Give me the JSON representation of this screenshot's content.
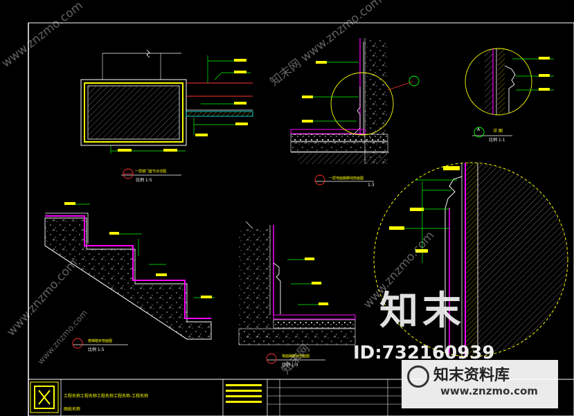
{
  "drawings": {
    "plan_detail": {
      "title": "一层楼门套节点详图",
      "scale": "比例  1:5"
    },
    "skirting_section": {
      "title": "一层地面踢脚线剖面图",
      "scale": "1:3"
    },
    "stair_section": {
      "title": "楼梯踏步剖面图",
      "scale": "比例  1:5"
    },
    "wall_base_section": {
      "title": "墙面踢脚线剖面图",
      "scale": "比例  1:3"
    },
    "detail_a": {
      "label": "A",
      "title": "详  图",
      "scale": "比例  1:1"
    }
  },
  "title_block": {
    "project_line": "工程名称工程名称工程名称工程名称-工程名称",
    "sub_line": "图纸名称"
  },
  "watermarks": {
    "brand_big": "知末",
    "id_text": "ID:732160939",
    "brand_small": "知末资料库",
    "url": "www.znzmo.com",
    "diag_url_1": "www.znzmo.com",
    "diag_url_2": "知末网 www.znzmo.com",
    "diag_url_3": "www.znzmo.com",
    "diag_url_4": "www.znzmo.com",
    "diag_url_5": "知末网",
    "diag_url_6": "www.znzmo.com"
  },
  "colors": {
    "background": "#000000",
    "frame": "#ffffff",
    "yellow": "#ffff00",
    "green": "#00ff00",
    "magenta": "#ff00ff",
    "red": "#ff3333",
    "cyan": "#00ffff",
    "gray": "#a0a0a0"
  }
}
